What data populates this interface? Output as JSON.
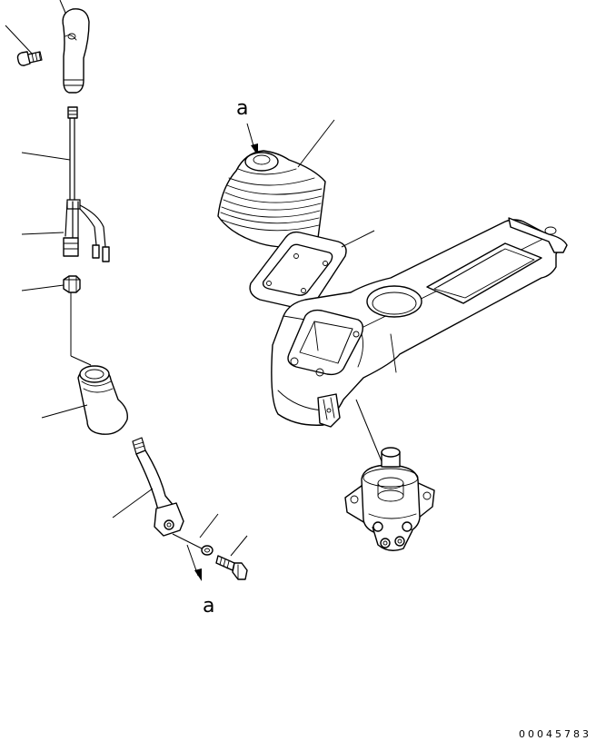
{
  "diagram": {
    "reference_labels": {
      "top": "a",
      "bottom": "a"
    },
    "drawing_number": "00045783"
  }
}
